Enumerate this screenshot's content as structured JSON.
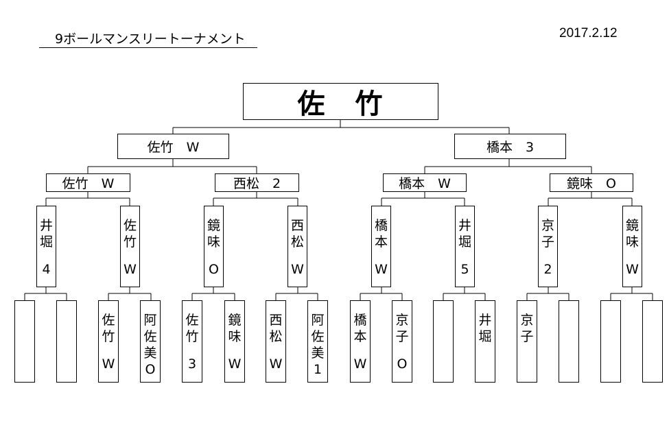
{
  "header": {
    "title": "9ボールマンスリートーナメント",
    "date": "2017.2.12"
  },
  "champion": "佐　竹",
  "final": [
    {
      "label": "佐竹　W"
    },
    {
      "label": "橋本　3"
    }
  ],
  "semi": [
    {
      "label": "佐竹　W"
    },
    {
      "label": "西松　2"
    },
    {
      "label": "橋本　W"
    },
    {
      "label": "鏡味　O"
    }
  ],
  "quarter": [
    {
      "name": "井\n堀",
      "score": "4"
    },
    {
      "name": "佐\n竹",
      "score": "W"
    },
    {
      "name": "鏡\n味",
      "score": "O"
    },
    {
      "name": "西\n松",
      "score": "W"
    },
    {
      "name": "橋\n本",
      "score": "W"
    },
    {
      "name": "井\n堀",
      "score": "5"
    },
    {
      "name": "京\n子",
      "score": "2"
    },
    {
      "name": "鏡\n味",
      "score": "W"
    }
  ],
  "first_round": [
    {
      "name": "",
      "score": ""
    },
    {
      "name": "",
      "score": ""
    },
    {
      "name": "佐\n竹",
      "score": "W"
    },
    {
      "name": "阿\n佐\n美",
      "score": "O"
    },
    {
      "name": "佐\n竹",
      "score": "3"
    },
    {
      "name": "鏡\n味",
      "score": "W"
    },
    {
      "name": "西\n松",
      "score": "W"
    },
    {
      "name": "阿\n佐\n美",
      "score": "1"
    },
    {
      "name": "橋\n本",
      "score": "W"
    },
    {
      "name": "京\n子",
      "score": "O"
    },
    {
      "name": "",
      "score": ""
    },
    {
      "name": "井\n堀",
      "score": ""
    },
    {
      "name": "京\n子",
      "score": ""
    },
    {
      "name": "",
      "score": ""
    },
    {
      "name": "",
      "score": ""
    },
    {
      "name": "",
      "score": ""
    }
  ]
}
